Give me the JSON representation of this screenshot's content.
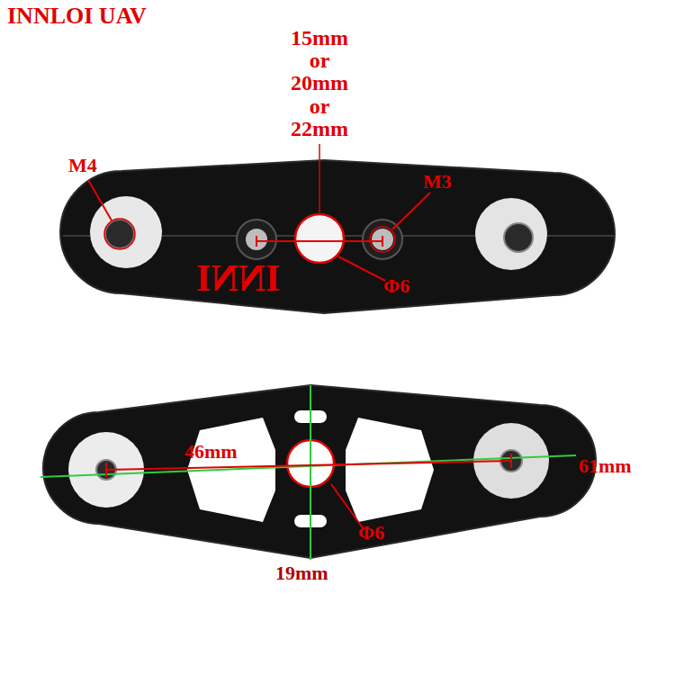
{
  "diagram": {
    "labels": [
      "INNLOI UAV",
      "15mm or 20mm or 22mm",
      "M4",
      "M3",
      "INNI",
      "Φ6",
      "46mm",
      "61mm",
      "Φ6",
      "19mm"
    ]
  }
}
